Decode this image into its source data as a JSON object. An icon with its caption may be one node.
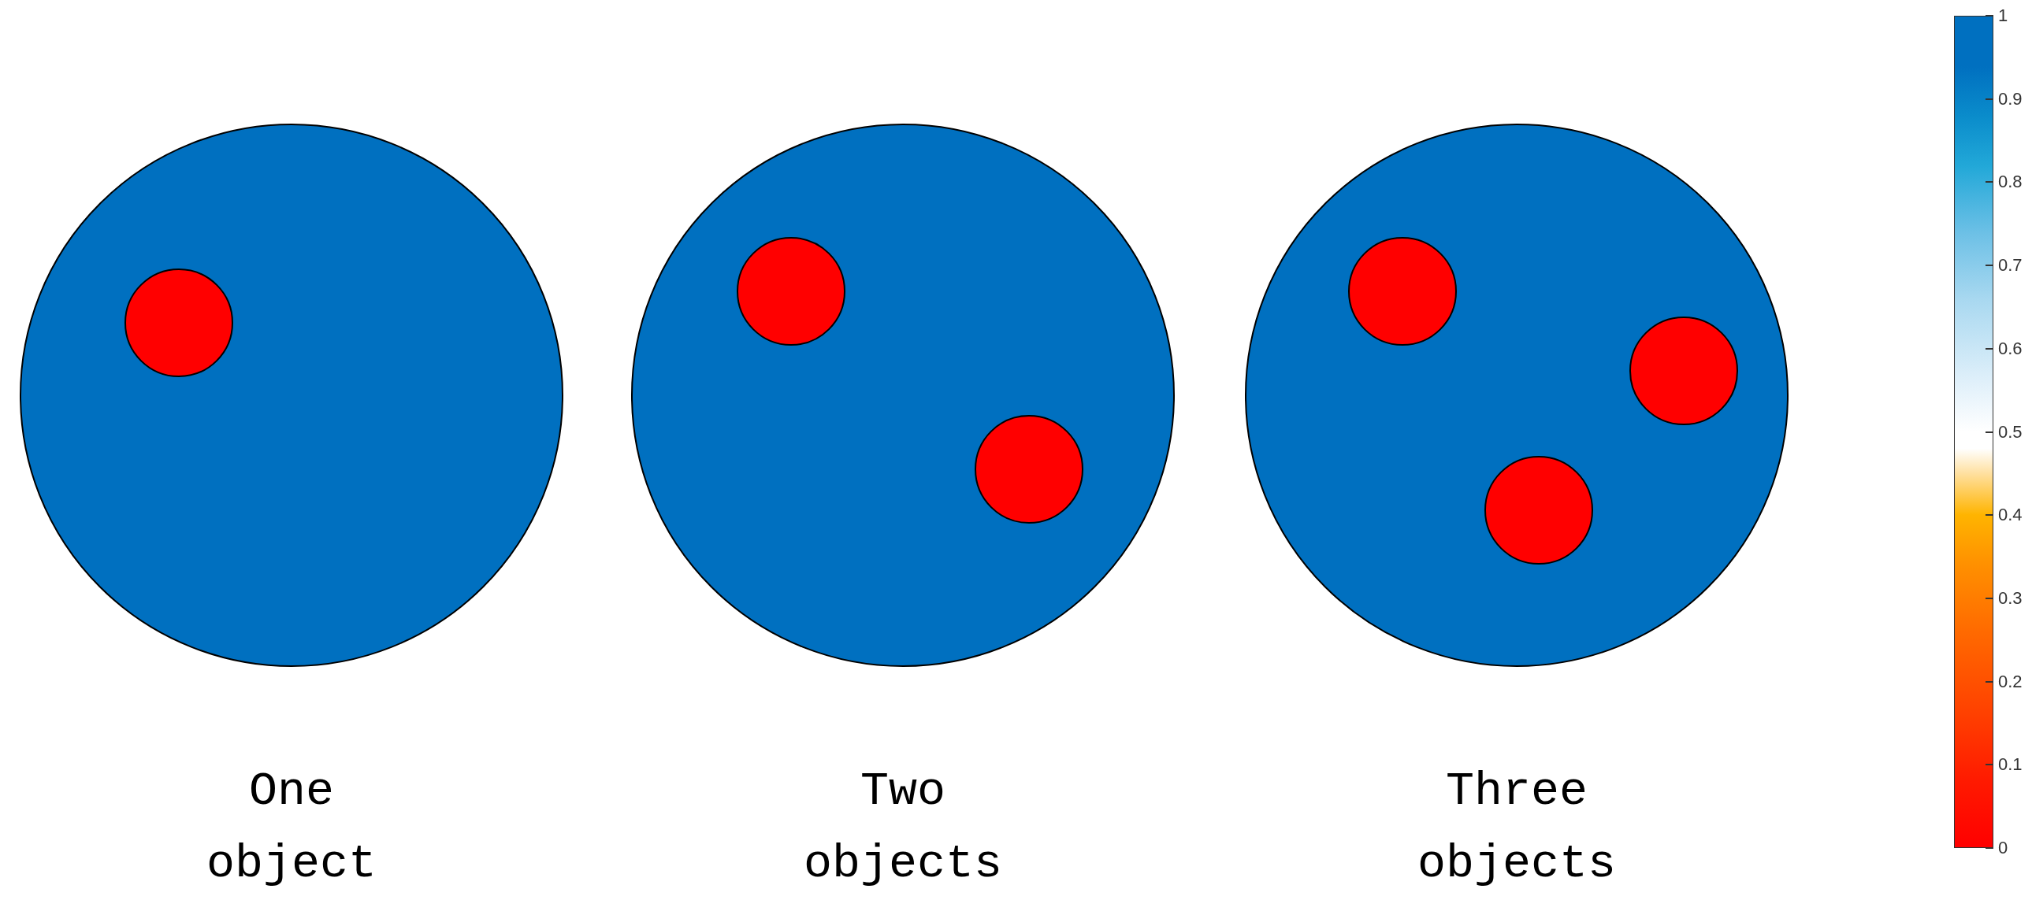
{
  "diagram": {
    "nodes": [
      {
        "text": [
          "One object"
        ]
      },
      {
        "text": [],
        "shape": "circle",
        "in": 0
      },
      {
        "text": [
          "Two objects"
        ]
      },
      {
        "text": [],
        "shape": "circle",
        "in": 2
      },
      {
        "text": [],
        "shape": "circle",
        "in": 2
      },
      {
        "text": [
          "Three objects"
        ]
      },
      {
        "text": [],
        "shape": "circle",
        "in": 5
      },
      {
        "text": [],
        "shape": "circle",
        "in": 5
      },
      {
        "text": [],
        "shape": "circle",
        "in": 5
      }
    ],
    "labels": [
      "1",
      "0.9",
      "0.8",
      "0.7",
      "0.6",
      "0.5",
      "0.4",
      "0.3",
      "0.2",
      "0.1",
      "0"
    ]
  }
}
